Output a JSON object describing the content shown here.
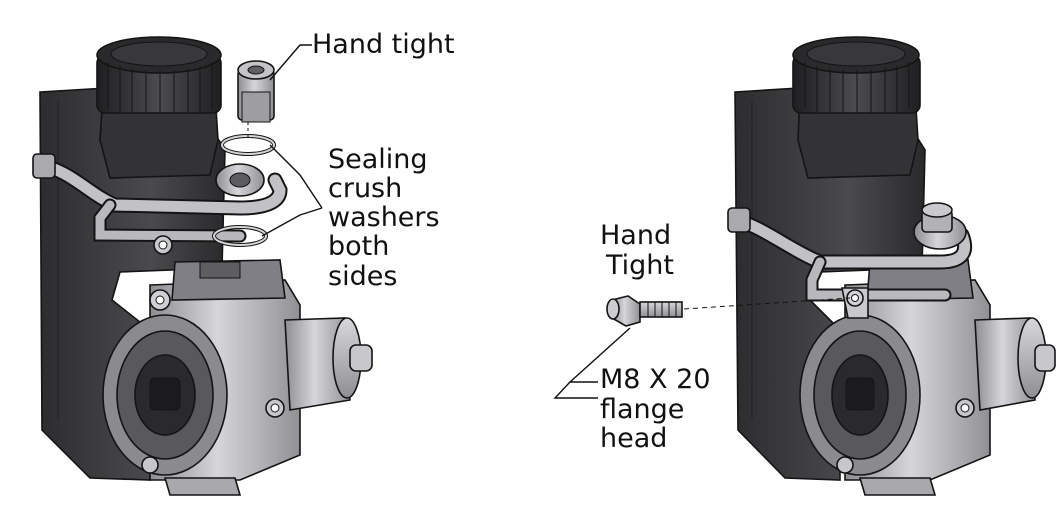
{
  "left_assembly": {
    "callout_top": "Hand tight",
    "callout_washers": [
      "Sealing",
      "crush",
      "washers",
      "both",
      "sides"
    ]
  },
  "right_assembly": {
    "callout_top": [
      "Hand",
      "Tight"
    ],
    "callout_bolt": [
      "M8 X 20",
      "flange",
      "head"
    ]
  },
  "colors": {
    "body_dark": "#3a3a3c",
    "metal": "#b9b9bd",
    "line": "#141414",
    "background": "#ffffff"
  }
}
